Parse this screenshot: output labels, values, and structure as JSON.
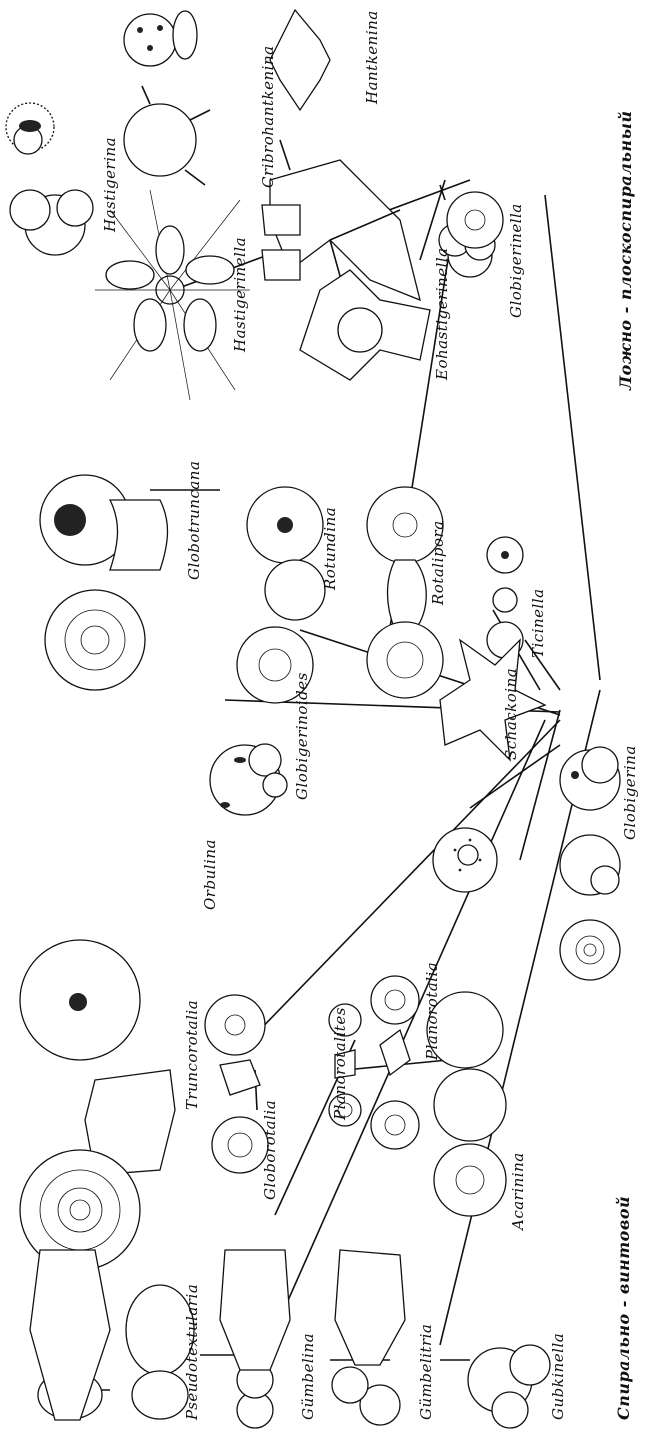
{
  "taxa": {
    "hastigerina": "Hastigerina",
    "cribrohantkenina": "Cribrohantkenina",
    "hantkenina": "Hantkenina",
    "hastigerinella": "Hastigerinella",
    "eohastigerinella": "Eohastigerinella",
    "globigerinella": "Globigerinella",
    "globotruncana": "Globotruncana",
    "rotundina": "Rotundina",
    "rotalipora": "Rotalipora",
    "ticinella": "Ticinella",
    "globigerinoides": "Globigerinoides",
    "schackoina": "Schackoina",
    "orbulina": "Orbulina",
    "globigerina": "Globigerina",
    "planorotalia": "Planorotalia",
    "truncorotalia": "Truncorotalia",
    "planorotalites": "Planorotalites",
    "globorotalia": "Globorotalia",
    "acarinina": "Acarinina",
    "pseudotextularia": "Pseudotextularia",
    "gumbelina": "Gümbelina",
    "gumbelitria": "Gümbelitria",
    "gubkinella": "Gubkinella"
  },
  "group_labels": {
    "pseudo_planispiral": "Ложно - плоскоспиральный",
    "trochospiral_helical": "Спирально - винтовой"
  }
}
